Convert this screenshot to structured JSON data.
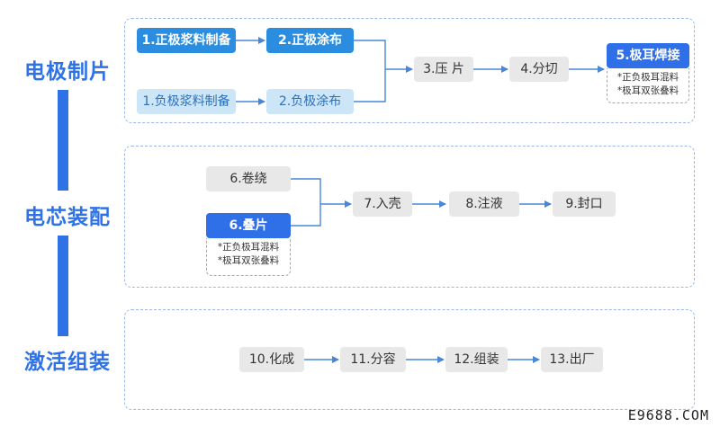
{
  "stages": [
    {
      "label": "电极制片"
    },
    {
      "label": "电芯装配"
    },
    {
      "label": "激活组装"
    }
  ],
  "electrode": {
    "positive_slurry": "1.正极浆料制备",
    "positive_coating": "2.正极涂布",
    "negative_slurry": "1.负极浆料制备",
    "negative_coating": "2.负极涂布",
    "pressing": "3.压 片",
    "slitting": "4.分切",
    "tab_welding": "5.极耳焊接",
    "tab_notes": [
      "*正负极耳混料",
      "*极耳双张叠料"
    ]
  },
  "assembly": {
    "winding": "6.卷绕",
    "stacking": "6.叠片",
    "stacking_notes": [
      "*正负极耳混料",
      "*极耳双张叠料"
    ],
    "casing": "7.入壳",
    "injection": "8.注液",
    "sealing": "9.封口"
  },
  "activation": {
    "formation": "10.化成",
    "grading": "11.分容",
    "packing": "12.组装",
    "shipping": "13.出厂"
  },
  "watermark": "E9688.COM",
  "colors": {
    "stage_blue": "#2f72e6",
    "node_blue": "#2b8de0",
    "node_light_blue": "#cce6f8",
    "node_grey": "#e8e8e8",
    "arrow": "#4a86d8"
  }
}
